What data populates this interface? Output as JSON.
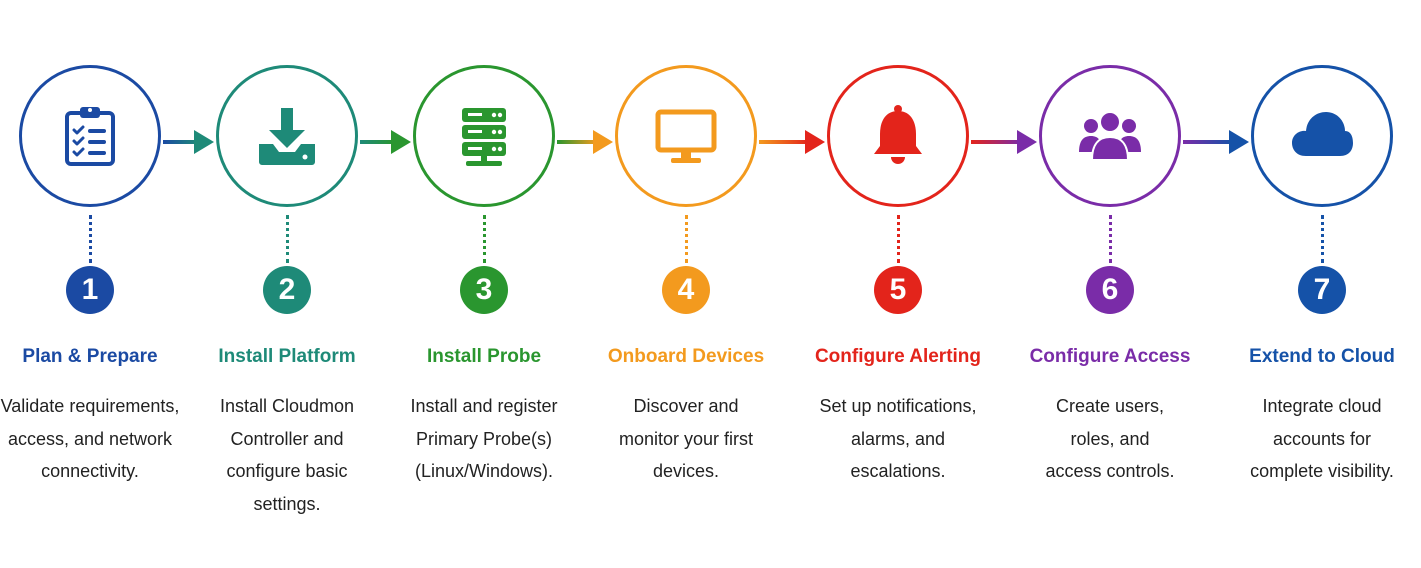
{
  "steps": [
    {
      "number": "1",
      "title": "Plan & Prepare",
      "description": [
        "Validate requirements,",
        "access, and network",
        "connectivity."
      ],
      "color": "#1b4aa3",
      "icon": "clipboard-checklist-icon"
    },
    {
      "number": "2",
      "title": "Install Platform",
      "description": [
        "Install Cloudmon",
        "Controller and",
        "configure basic",
        "settings."
      ],
      "color": "#1e8a78",
      "icon": "download-icon"
    },
    {
      "number": "3",
      "title": "Install Probe",
      "description": [
        "Install and register",
        "Primary Probe(s)",
        "(Linux/Windows)."
      ],
      "color": "#2a962f",
      "icon": "server-icon"
    },
    {
      "number": "4",
      "title": "Onboard Devices",
      "description": [
        "Discover and",
        "monitor your first",
        "devices."
      ],
      "color": "#f39a1e",
      "icon": "monitor-icon"
    },
    {
      "number": "5",
      "title": "Configure Alerting",
      "description": [
        "Set up notifications,",
        "alarms, and",
        "escalations."
      ],
      "color": "#e3241b",
      "icon": "bell-icon"
    },
    {
      "number": "6",
      "title": "Configure Access",
      "description": [
        "Create users,",
        "roles, and",
        "access controls."
      ],
      "color": "#7a2ca8",
      "icon": "users-icon"
    },
    {
      "number": "7",
      "title": "Extend to Cloud",
      "description": [
        "Integrate cloud",
        "accounts for",
        "complete visibility."
      ],
      "color": "#1552a8",
      "icon": "cloud-icon"
    }
  ],
  "connectors": [
    {
      "from": "#1b4aa3",
      "to": "#1e8a78"
    },
    {
      "from": "#1e8a78",
      "to": "#2a962f"
    },
    {
      "from": "#2a962f",
      "to": "#f39a1e"
    },
    {
      "from": "#f39a1e",
      "to": "#e3241b"
    },
    {
      "from": "#e3241b",
      "to": "#7a2ca8"
    },
    {
      "from": "#7a2ca8",
      "to": "#1552a8"
    }
  ]
}
